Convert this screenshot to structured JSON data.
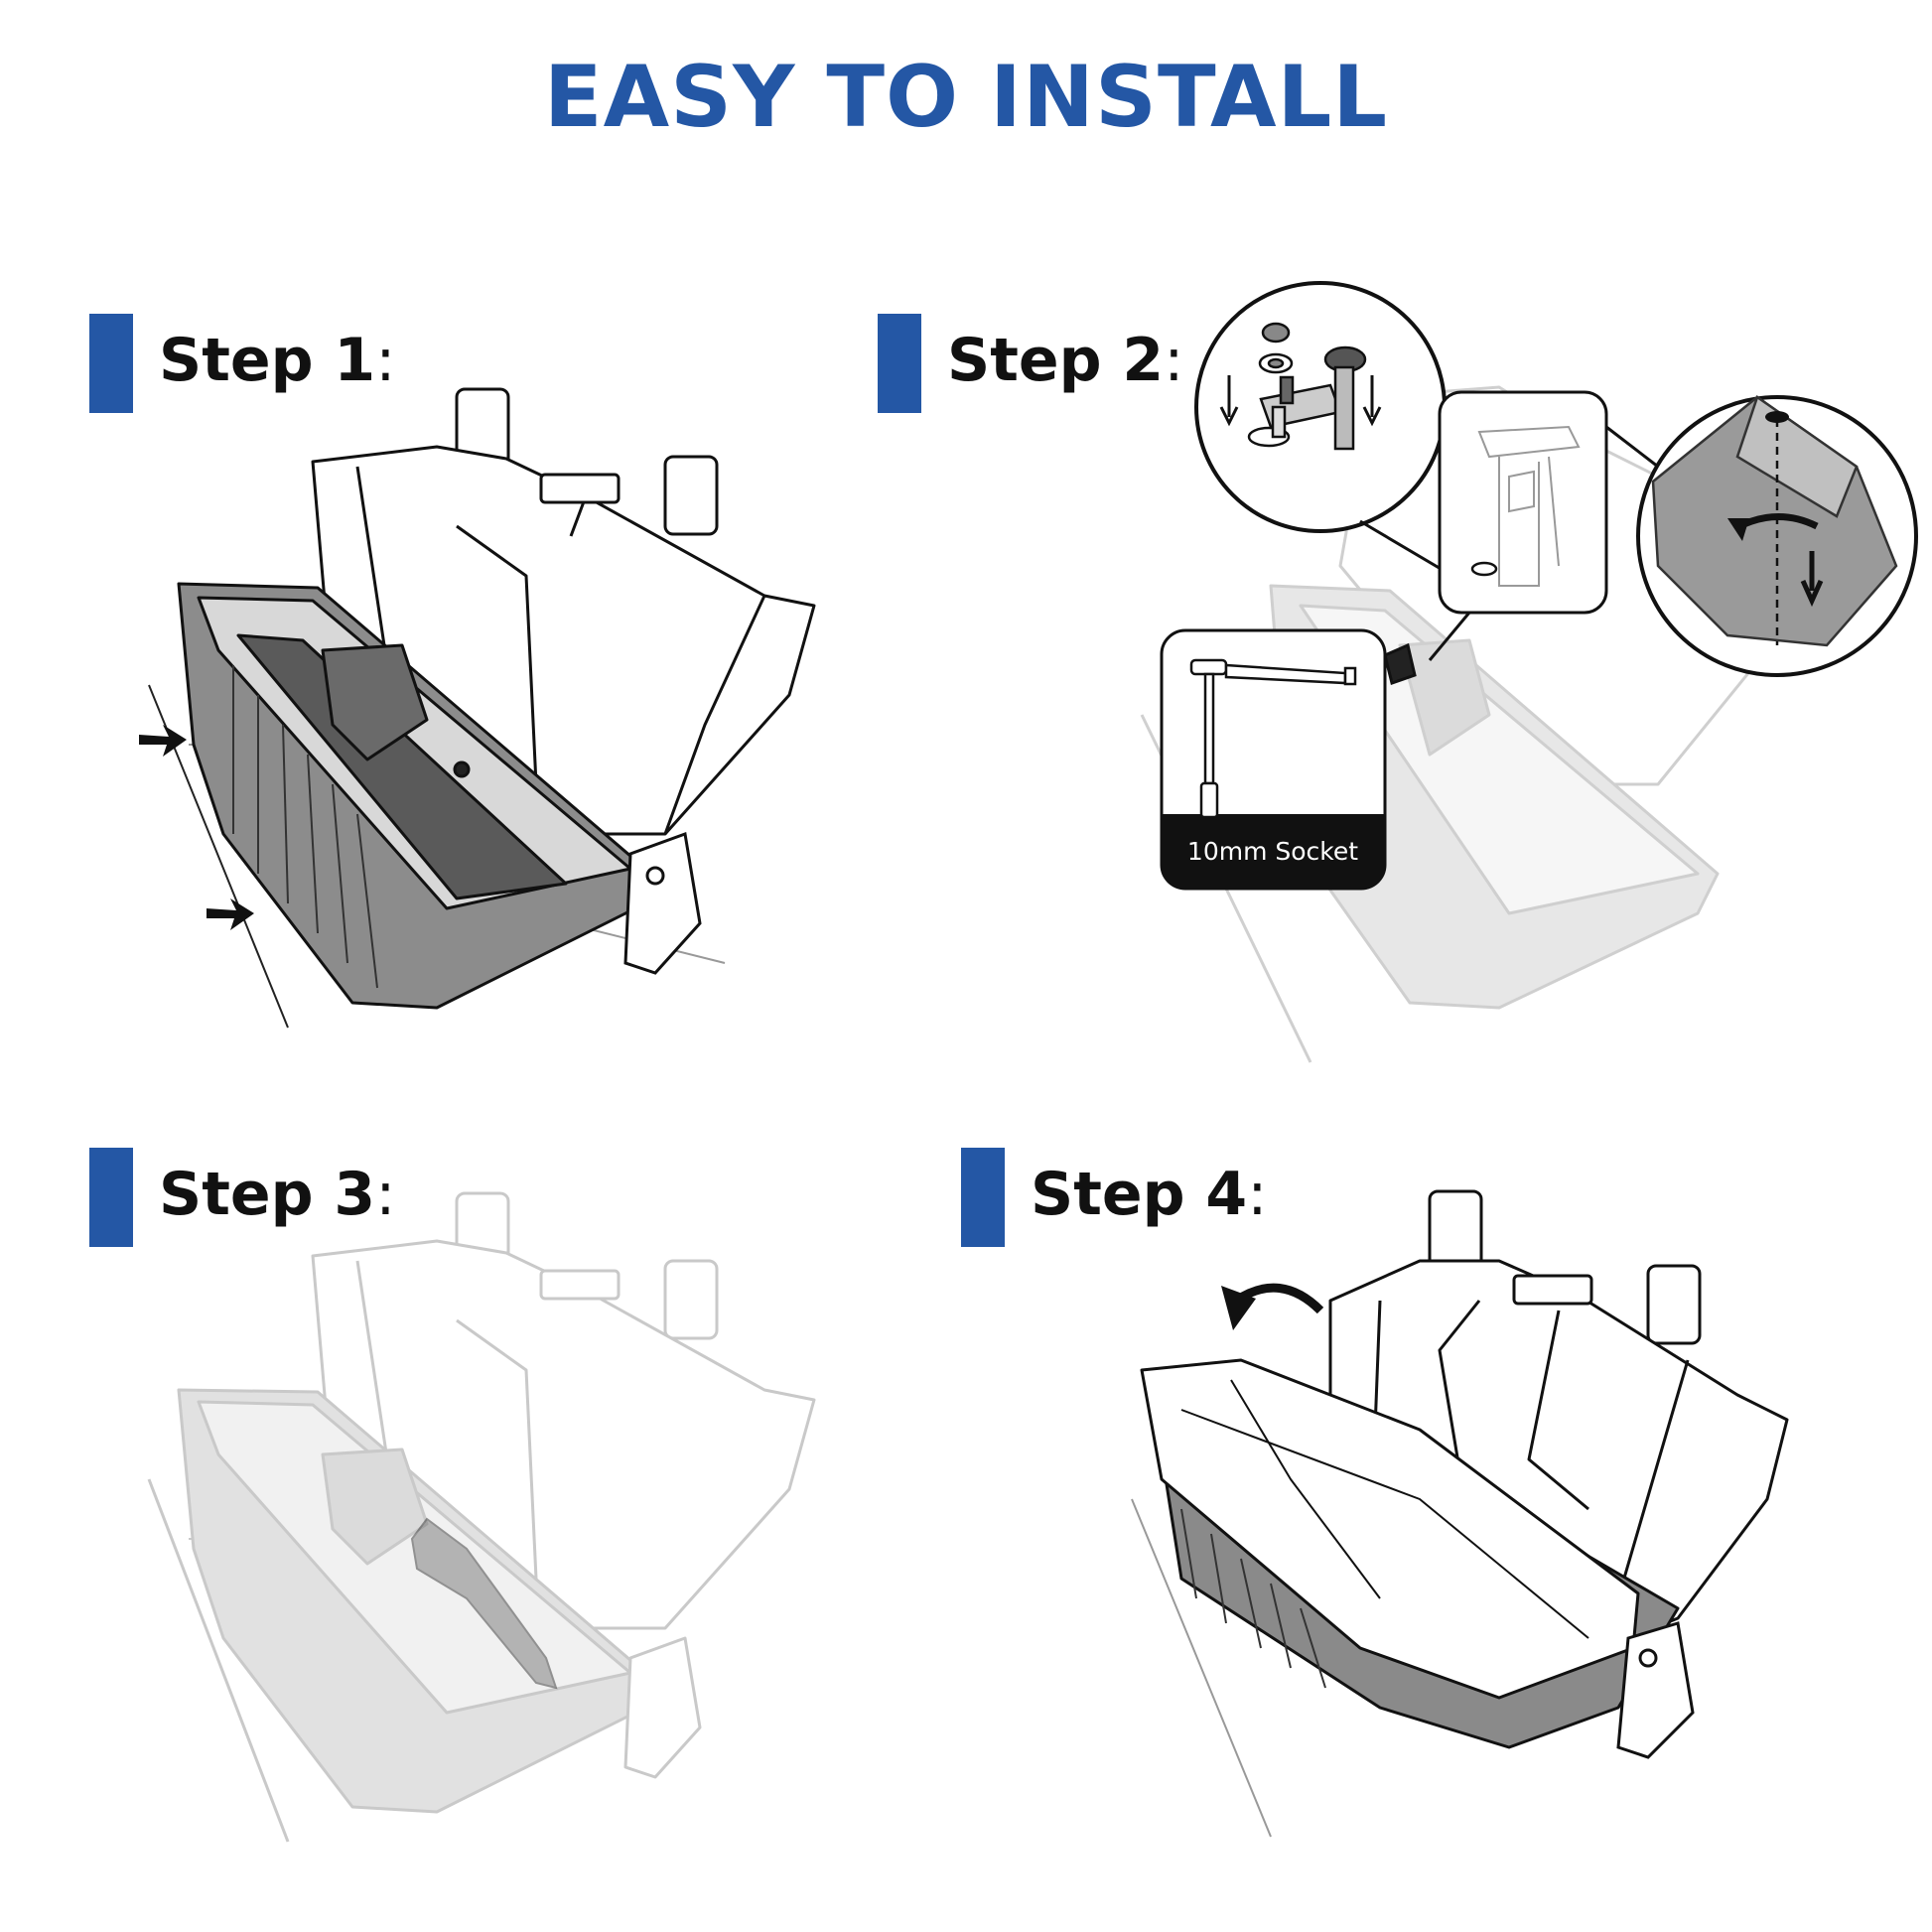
{
  "page": {
    "title": "EASY TO INSTALL",
    "accent_color": "#2457a5"
  },
  "steps": [
    {
      "label": "Step 1",
      "colon": ":"
    },
    {
      "label": "Step 2",
      "colon": ":"
    },
    {
      "label": "Step 3",
      "colon": ":"
    },
    {
      "label": "Step 4",
      "colon": ":"
    }
  ],
  "callouts": {
    "tool_label": "10mm Socket"
  },
  "icons": [
    "arrow-right-icon",
    "arrow-down-icon",
    "rotate-arrow-icon",
    "curved-arrow-icon"
  ]
}
